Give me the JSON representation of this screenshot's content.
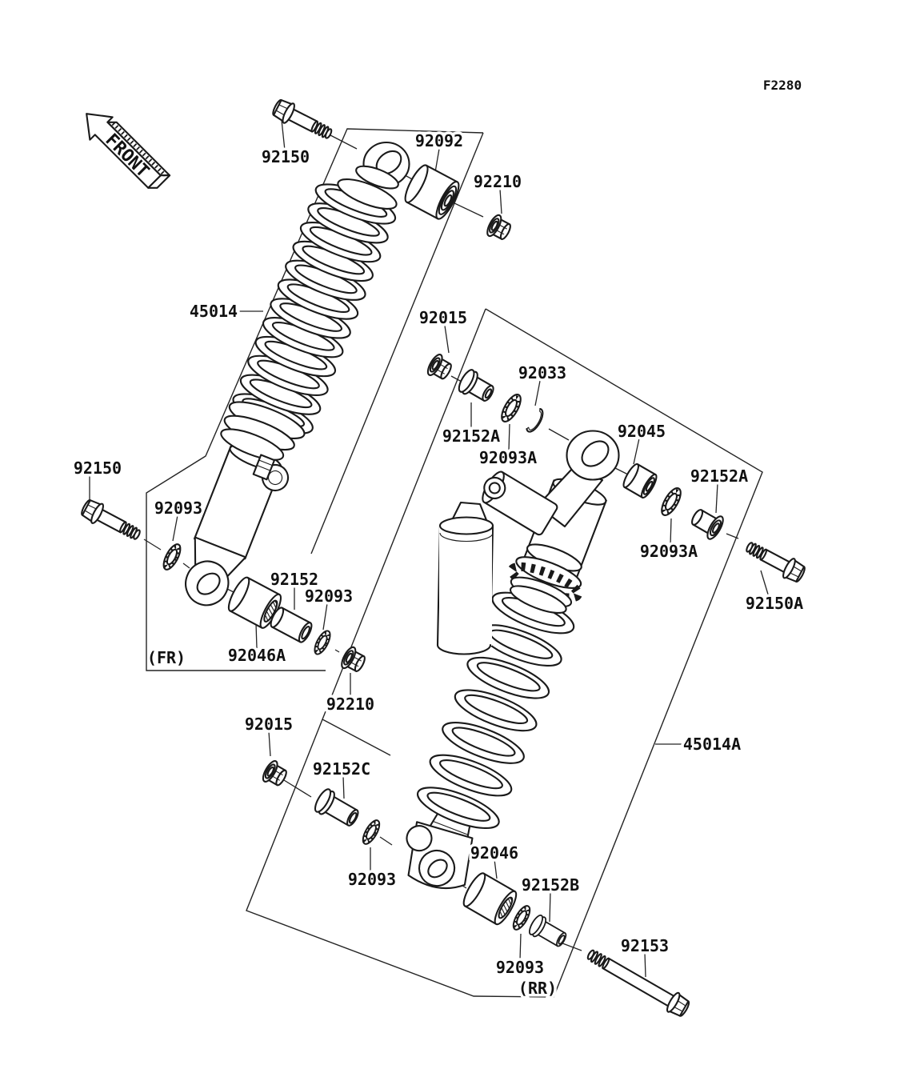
{
  "figure": {
    "code": "F2280",
    "front_marker": "FRONT",
    "fr_marker": "(FR)",
    "rr_marker": "(RR)"
  },
  "colors": {
    "line": "#1a1a1a",
    "background": "#ffffff"
  },
  "parts": {
    "front_upper_bolt": "92150",
    "front_upper_bushing": "92092",
    "front_upper_nut": "92210",
    "front_shock": "45014",
    "front_lower_bolt": "92150",
    "front_lower_washer_a": "92093",
    "front_lower_bearing": "92046A",
    "front_lower_collar": "92152",
    "front_lower_washer_b": "92093",
    "front_lower_nut": "92210",
    "rear_upper_nut": "92015",
    "rear_upper_collar_a": "92152A",
    "rear_upper_washer_a": "92093A",
    "rear_upper_circlip": "92033",
    "rear_upper_bushing": "92045",
    "rear_upper_washer_b": "92093A",
    "rear_upper_collar_b": "92152A",
    "rear_upper_bolt": "92150A",
    "rear_shock": "45014A",
    "rear_lower_nut": "92015",
    "rear_lower_collar_a": "92152C",
    "rear_lower_washer_a": "92093",
    "rear_lower_bearing": "92046",
    "rear_lower_washer_b": "92093",
    "rear_lower_collar_b": "92152B",
    "rear_lower_bolt": "92153"
  }
}
